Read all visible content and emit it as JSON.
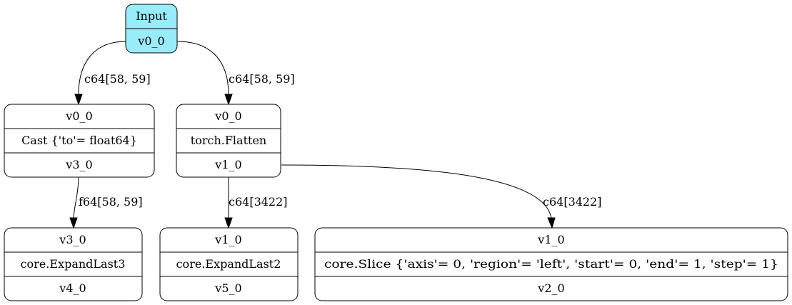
{
  "colors": {
    "input_fill": "#99ecf9",
    "node_fill": "#ffffff",
    "stroke": "#000000"
  },
  "nodes": {
    "input": {
      "title": "Input",
      "out": "v0_0"
    },
    "cast": {
      "in": "v0_0",
      "op": "Cast {'to'= float64}",
      "out": "v3_0"
    },
    "flatten": {
      "in": "v0_0",
      "op": "torch.Flatten",
      "out": "v1_0"
    },
    "expand3": {
      "in": "v3_0",
      "op": "core.ExpandLast3",
      "out": "v4_0"
    },
    "expand2": {
      "in": "v1_0",
      "op": "core.ExpandLast2",
      "out": "v5_0"
    },
    "slice": {
      "in": "v1_0",
      "op": "core.Slice {'axis'= 0, 'region'= 'left', 'start'= 0, 'end'= 1, 'step'= 1}",
      "out": "v2_0"
    }
  },
  "edges": {
    "input_cast": "c64[58, 59]",
    "input_flatten": "c64[58, 59]",
    "cast_expand3": "f64[58, 59]",
    "flatten_expand2": "c64[3422]",
    "flatten_slice": "c64[3422]"
  }
}
